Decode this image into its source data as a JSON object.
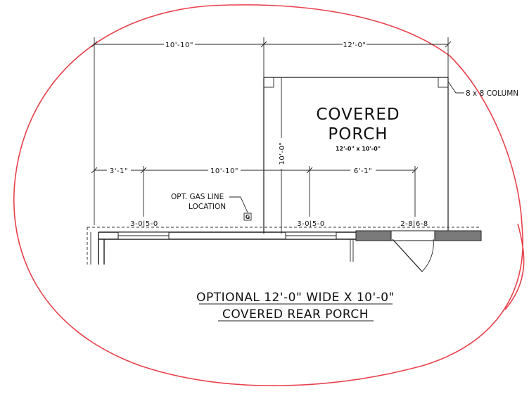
{
  "dimensions": {
    "top_left": "10'-10\"",
    "top_right": "12'-0\"",
    "mid_a": "3'-1\"",
    "mid_b": "10'-10\"",
    "mid_c": "6'-1\"",
    "vertical": "10'-0\""
  },
  "porch": {
    "title_line1": "COVERED",
    "title_line2": "PORCH",
    "size": "12'-0\" x 10'-0\""
  },
  "column_note": "8 x 8 COLUMN",
  "gas_line": {
    "line1": "OPT. GAS LINE",
    "line2": "LOCATION",
    "symbol": "G"
  },
  "openings": {
    "window_1": "3-0|5-0",
    "window_2": "3-0|5-0",
    "door": "2-8|6-8"
  },
  "caption": {
    "line1": "OPTIONAL 12'-0\" WIDE X 10'-0\"",
    "line2": "COVERED REAR PORCH"
  },
  "colors": {
    "markup_circle": "#e8414b",
    "linework": "#1a1a1a"
  }
}
